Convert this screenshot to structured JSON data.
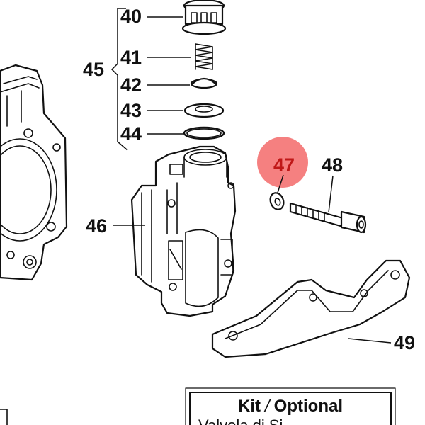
{
  "labels": {
    "p40": "40",
    "p41": "41",
    "p42": "42",
    "p43": "43",
    "p44": "44",
    "p45": "45",
    "p46": "46",
    "p47": "47",
    "p48": "48",
    "p49": "49"
  },
  "highlight": {
    "part": "47",
    "color": "#f25c5c",
    "text_color": "#c01818"
  },
  "kit_box": {
    "title_main": "Kit",
    "title_sep": "/",
    "title_opt": "Optional",
    "subtitle": "Valvola di Si"
  }
}
